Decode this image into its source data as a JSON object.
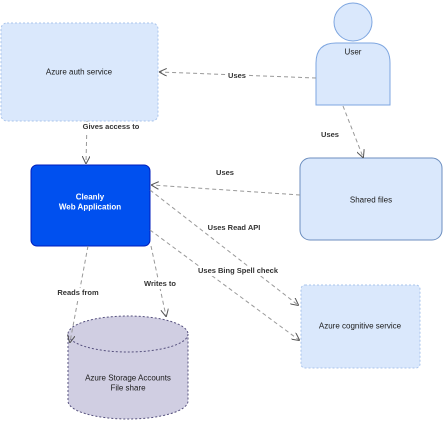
{
  "nodes": {
    "azure_auth": {
      "label": "Azure auth service"
    },
    "user": {
      "label": "User"
    },
    "web_app": {
      "line1": "Cleanly",
      "line2": "Web Application"
    },
    "shared_files": {
      "label": "Shared files"
    },
    "storage": {
      "line1": "Azure Storage Accounts",
      "line2": "File share"
    },
    "cognitive": {
      "label": "Azure cognitive service"
    }
  },
  "edges": {
    "user_to_auth": "Uses",
    "user_to_shared": "Uses",
    "auth_to_app": "Gives access to",
    "shared_to_app": "Uses",
    "app_read_api": "Uses Read API",
    "app_spellcheck": "Uses Bing Spell check",
    "storage_to_app": "Reads from",
    "app_to_storage": "Writes to"
  },
  "colors": {
    "node_fill": "#dae8fc",
    "node_stroke": "#7ea6e0",
    "app_fill": "#0050ef",
    "app_stroke": "#001dbc",
    "storage_fill": "#d0cee2",
    "storage_stroke": "#56517e",
    "edge": "#999999"
  }
}
